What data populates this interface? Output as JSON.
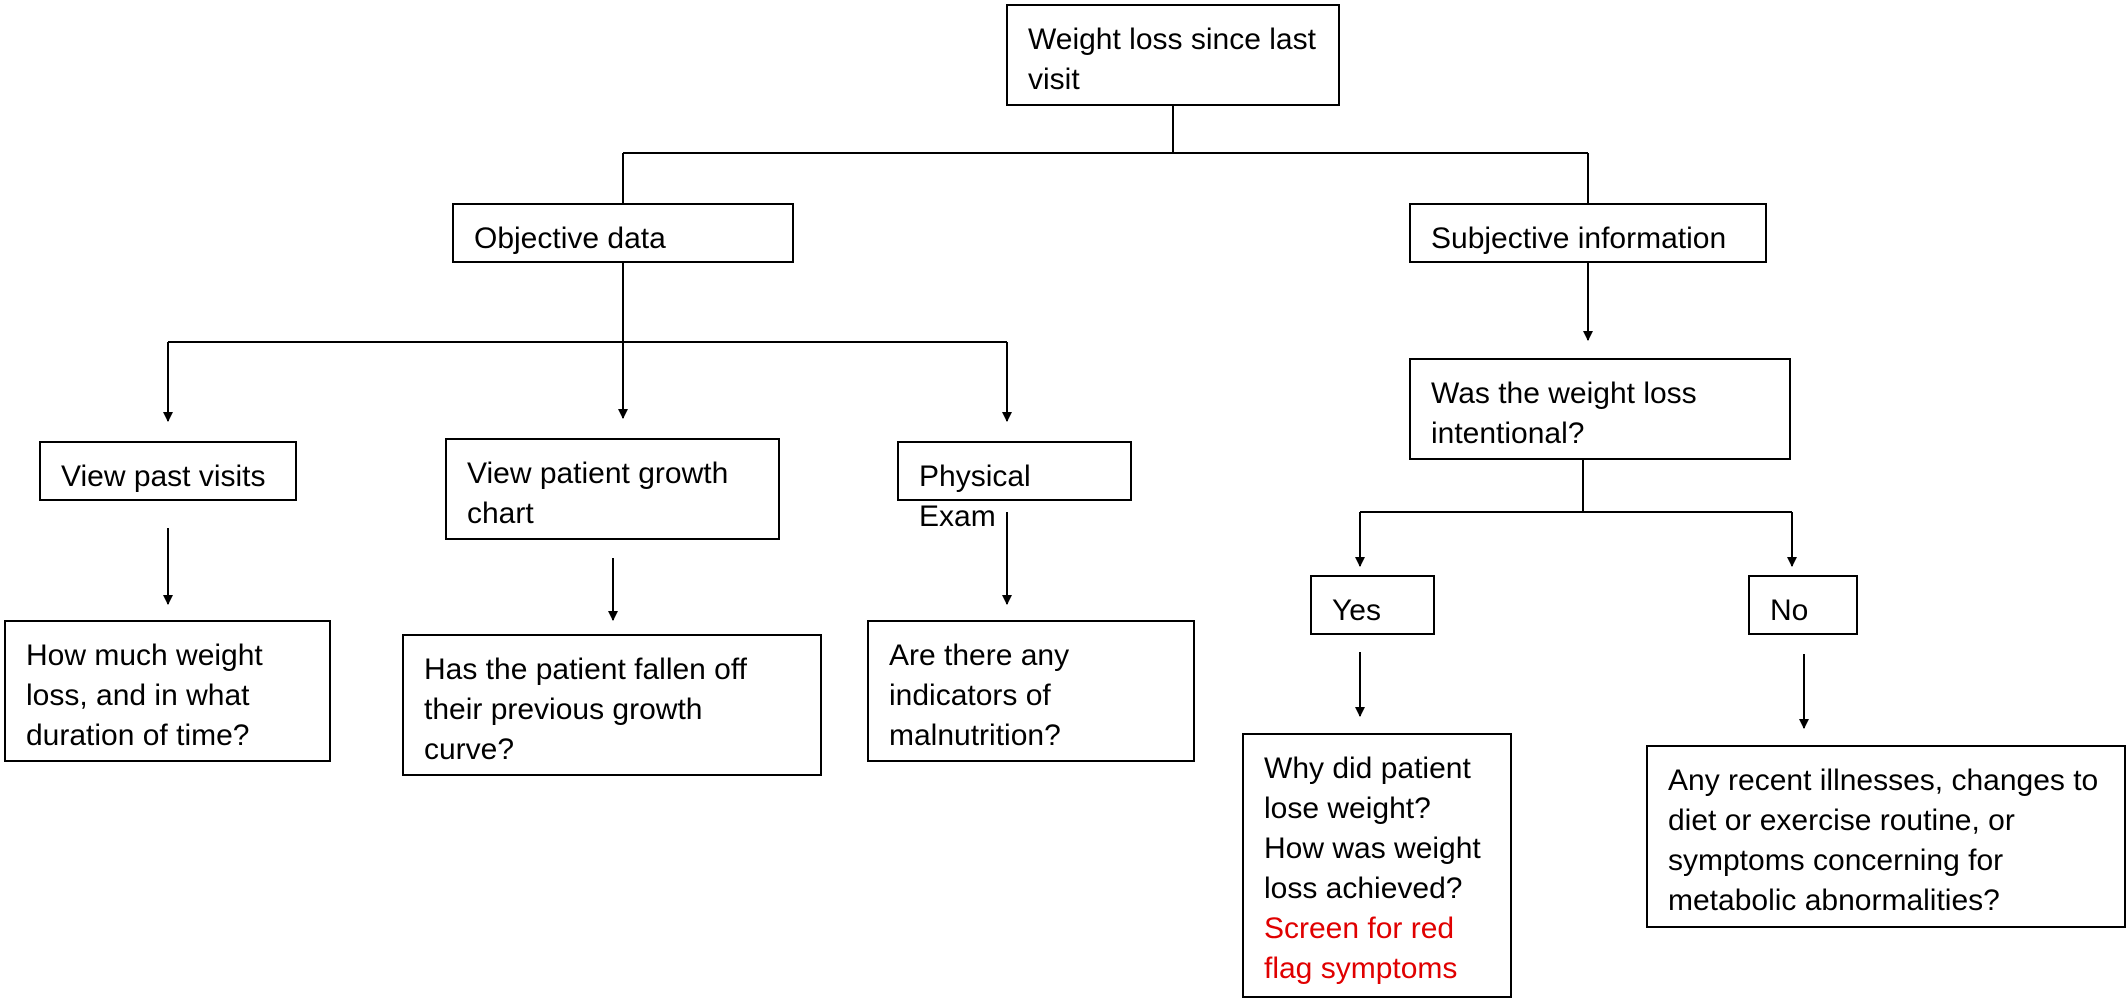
{
  "nodes": {
    "root": "Weight loss since last visit",
    "objective": "Objective data",
    "subjective": "Subjective information",
    "past_visits": "View past visits",
    "growth_chart": "View patient growth chart",
    "physical_exam": "Physical Exam",
    "intentional_q": "Was the weight loss intentional?",
    "yes": "Yes",
    "no": "No",
    "weight_q": "How much weight loss, and in what duration of time?",
    "growth_q": "Has the patient fallen off their previous growth curve?",
    "malnutrition_q": "Are there any indicators of malnutrition?",
    "why_lose": "Why did patient lose weight?",
    "how_achieved": "How was weight loss achieved?",
    "red_flag": "Screen for red flag symptoms",
    "no_q": "Any recent illnesses, changes to diet or exercise routine, or symptoms concerning for metabolic abnormalities?"
  }
}
